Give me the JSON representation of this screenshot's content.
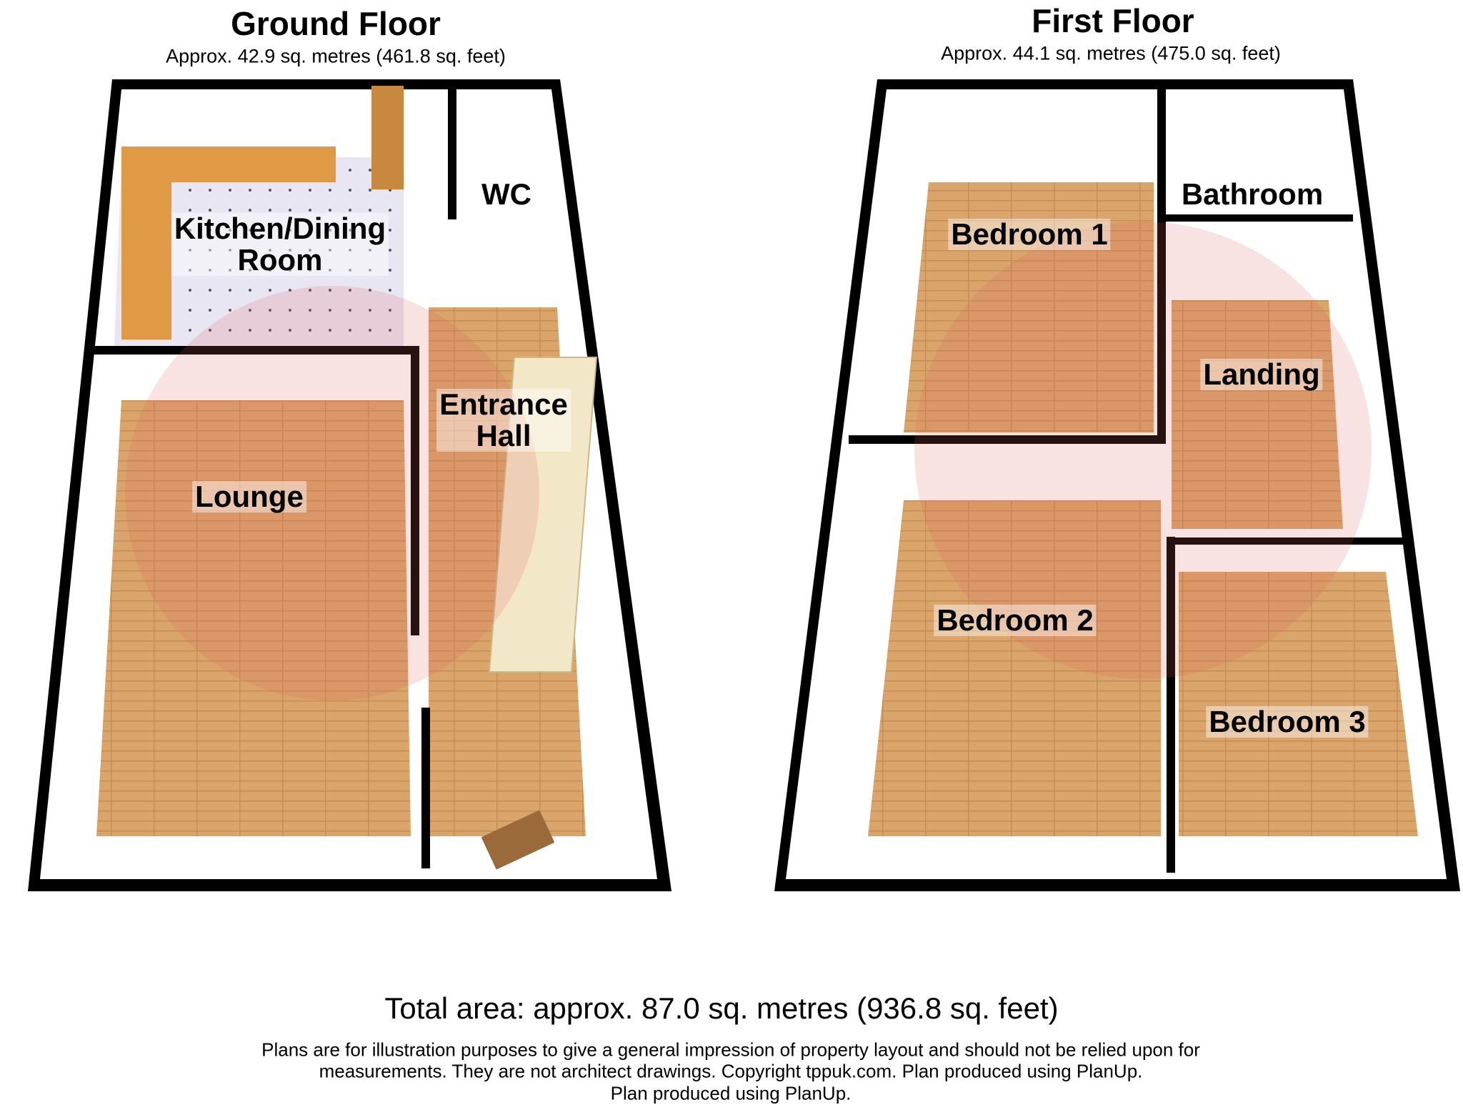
{
  "ground_floor": {
    "title": "Ground Floor",
    "area": "Approx. 42.9 sq. metres (461.8 sq. feet)",
    "rooms": {
      "kitchen_line1": "Kitchen/Dining",
      "kitchen_line2": "Room",
      "wc": "WC",
      "hall_line1": "Entrance",
      "hall_line2": "Hall",
      "lounge": "Lounge"
    }
  },
  "first_floor": {
    "title": "First Floor",
    "area": "Approx. 44.1 sq. metres (475.0 sq. feet)",
    "rooms": {
      "bedroom1": "Bedroom 1",
      "bathroom": "Bathroom",
      "landing": "Landing",
      "bedroom2": "Bedroom 2",
      "bedroom3": "Bedroom 3"
    }
  },
  "footer": {
    "total": "Total area: approx. 87.0 sq. metres (936.8 sq. feet)",
    "disclaimer_line1": "Plans are for illustration purposes to give a general impression of property layout and should not be relied upon for",
    "disclaimer_line2": "measurements. They are not architect drawings. Copyright tppuk.com. Plan produced using PlanUp.",
    "disclaimer_line3": "Plan produced using PlanUp."
  },
  "colors": {
    "wall": "#000000",
    "floor_wood": "#d9a56b",
    "kitchen_floor": "#e4e0ef",
    "worktop": "#e09a45",
    "watermark": "#e06060"
  }
}
